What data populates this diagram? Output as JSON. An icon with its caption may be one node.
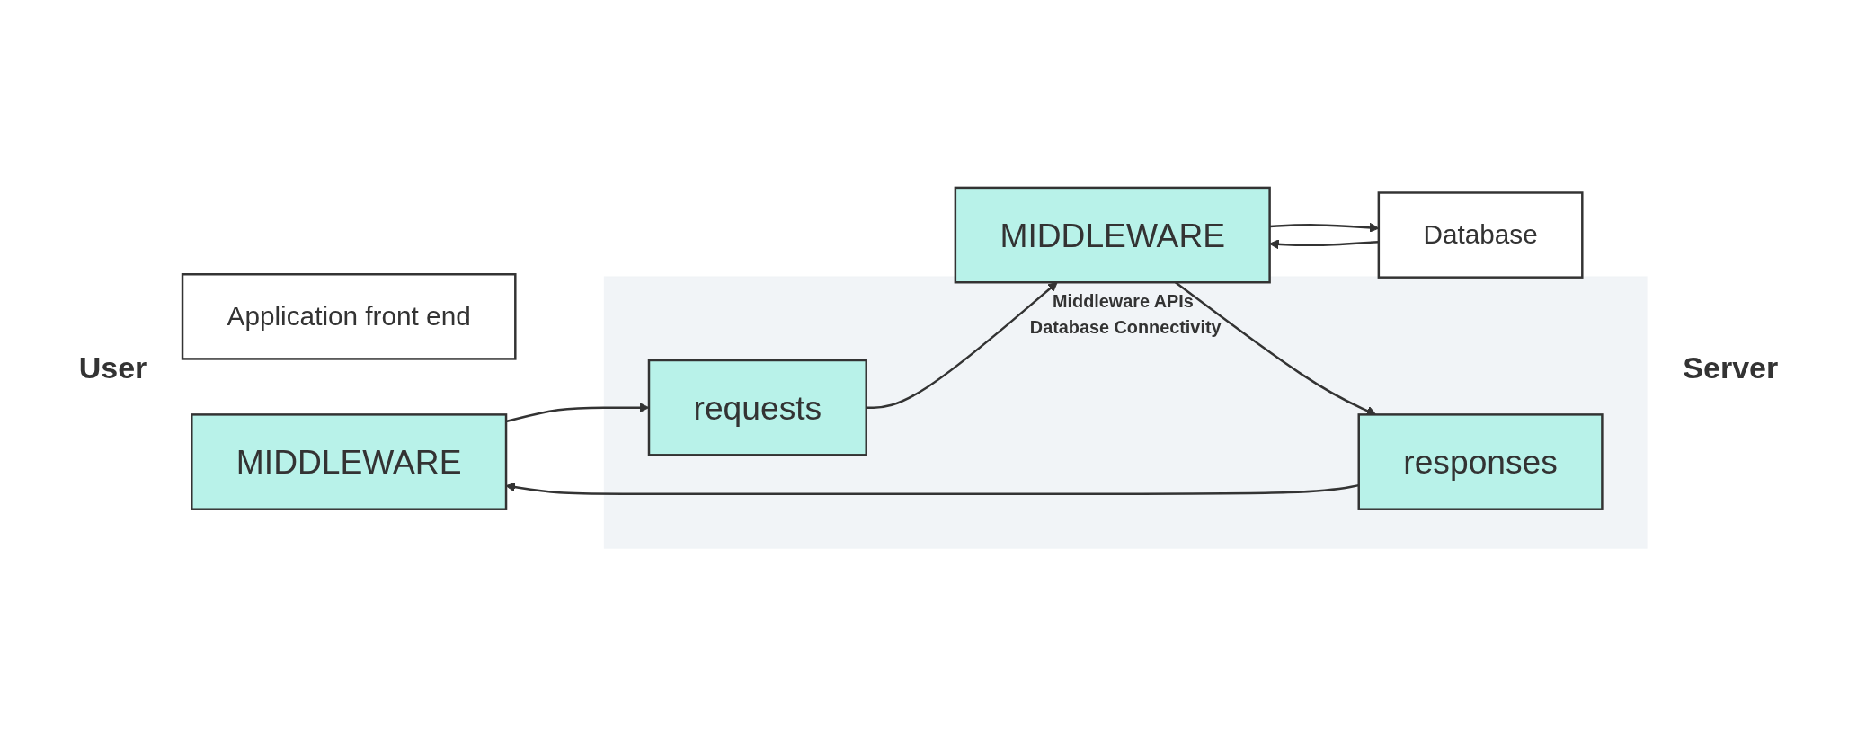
{
  "diagram": {
    "nodes": [
      {
        "text": [
          "Application front end"
        ]
      },
      {
        "text": [
          "MIDDLEWARE"
        ]
      },
      {
        "text": [
          "Middleware APIs Database Connectivity"
        ]
      },
      {
        "text": [
          "requests"
        ],
        "in": 2
      },
      {
        "text": [
          "responses"
        ],
        "in": 2
      },
      {
        "text": [
          "Database"
        ]
      },
      {
        "text": [
          "MIDDLEWARE"
        ]
      }
    ],
    "edges": [
      {
        "from": 1,
        "to": 3,
        "arrow": "to"
      },
      {
        "from": 3,
        "to": 6,
        "arrow": "to"
      },
      {
        "from": 6,
        "to": 4,
        "arrow": "to"
      },
      {
        "from": 4,
        "to": 1,
        "arrow": "to"
      },
      {
        "from": 6,
        "to": 5,
        "arrow": "to"
      },
      {
        "from": 5,
        "to": 6,
        "arrow": "to"
      }
    ],
    "labels": [
      "User",
      "Server"
    ]
  }
}
